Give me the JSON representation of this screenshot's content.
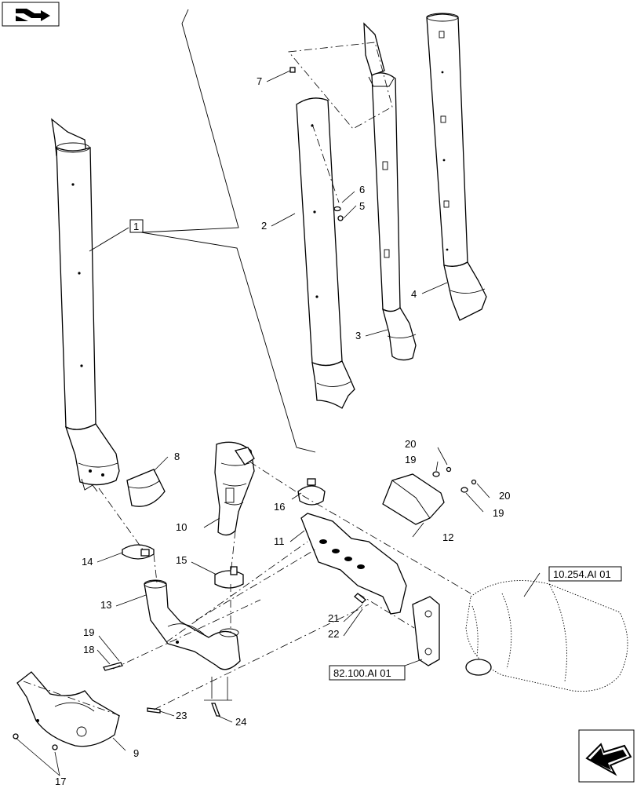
{
  "callouts": [
    {
      "id": "c1",
      "text": "1"
    },
    {
      "id": "c2",
      "text": "2"
    },
    {
      "id": "c3",
      "text": "3"
    },
    {
      "id": "c4",
      "text": "4"
    },
    {
      "id": "c5",
      "text": "5"
    },
    {
      "id": "c6",
      "text": "6"
    },
    {
      "id": "c7",
      "text": "7"
    },
    {
      "id": "c8",
      "text": "8"
    },
    {
      "id": "c9",
      "text": "9"
    },
    {
      "id": "c10",
      "text": "10"
    },
    {
      "id": "c11",
      "text": "11"
    },
    {
      "id": "c12",
      "text": "12"
    },
    {
      "id": "c13",
      "text": "13"
    },
    {
      "id": "c14",
      "text": "14"
    },
    {
      "id": "c15",
      "text": "15"
    },
    {
      "id": "c16",
      "text": "16"
    },
    {
      "id": "c17",
      "text": "17"
    },
    {
      "id": "c18",
      "text": "18"
    },
    {
      "id": "c19a",
      "text": "19"
    },
    {
      "id": "c19b",
      "text": "19"
    },
    {
      "id": "c19c",
      "text": "19"
    },
    {
      "id": "c20a",
      "text": "20"
    },
    {
      "id": "c20b",
      "text": "20"
    },
    {
      "id": "c21",
      "text": "21"
    },
    {
      "id": "c22",
      "text": "22"
    },
    {
      "id": "c23",
      "text": "23"
    },
    {
      "id": "c24",
      "text": "24"
    }
  ],
  "references": {
    "ref_dpf": "10.254.AI 01",
    "ref_bracket": "82.100.AI 01"
  },
  "icons": {
    "top_left": "book-arrow-icon",
    "bottom_right": "next-page-arrow-icon"
  }
}
